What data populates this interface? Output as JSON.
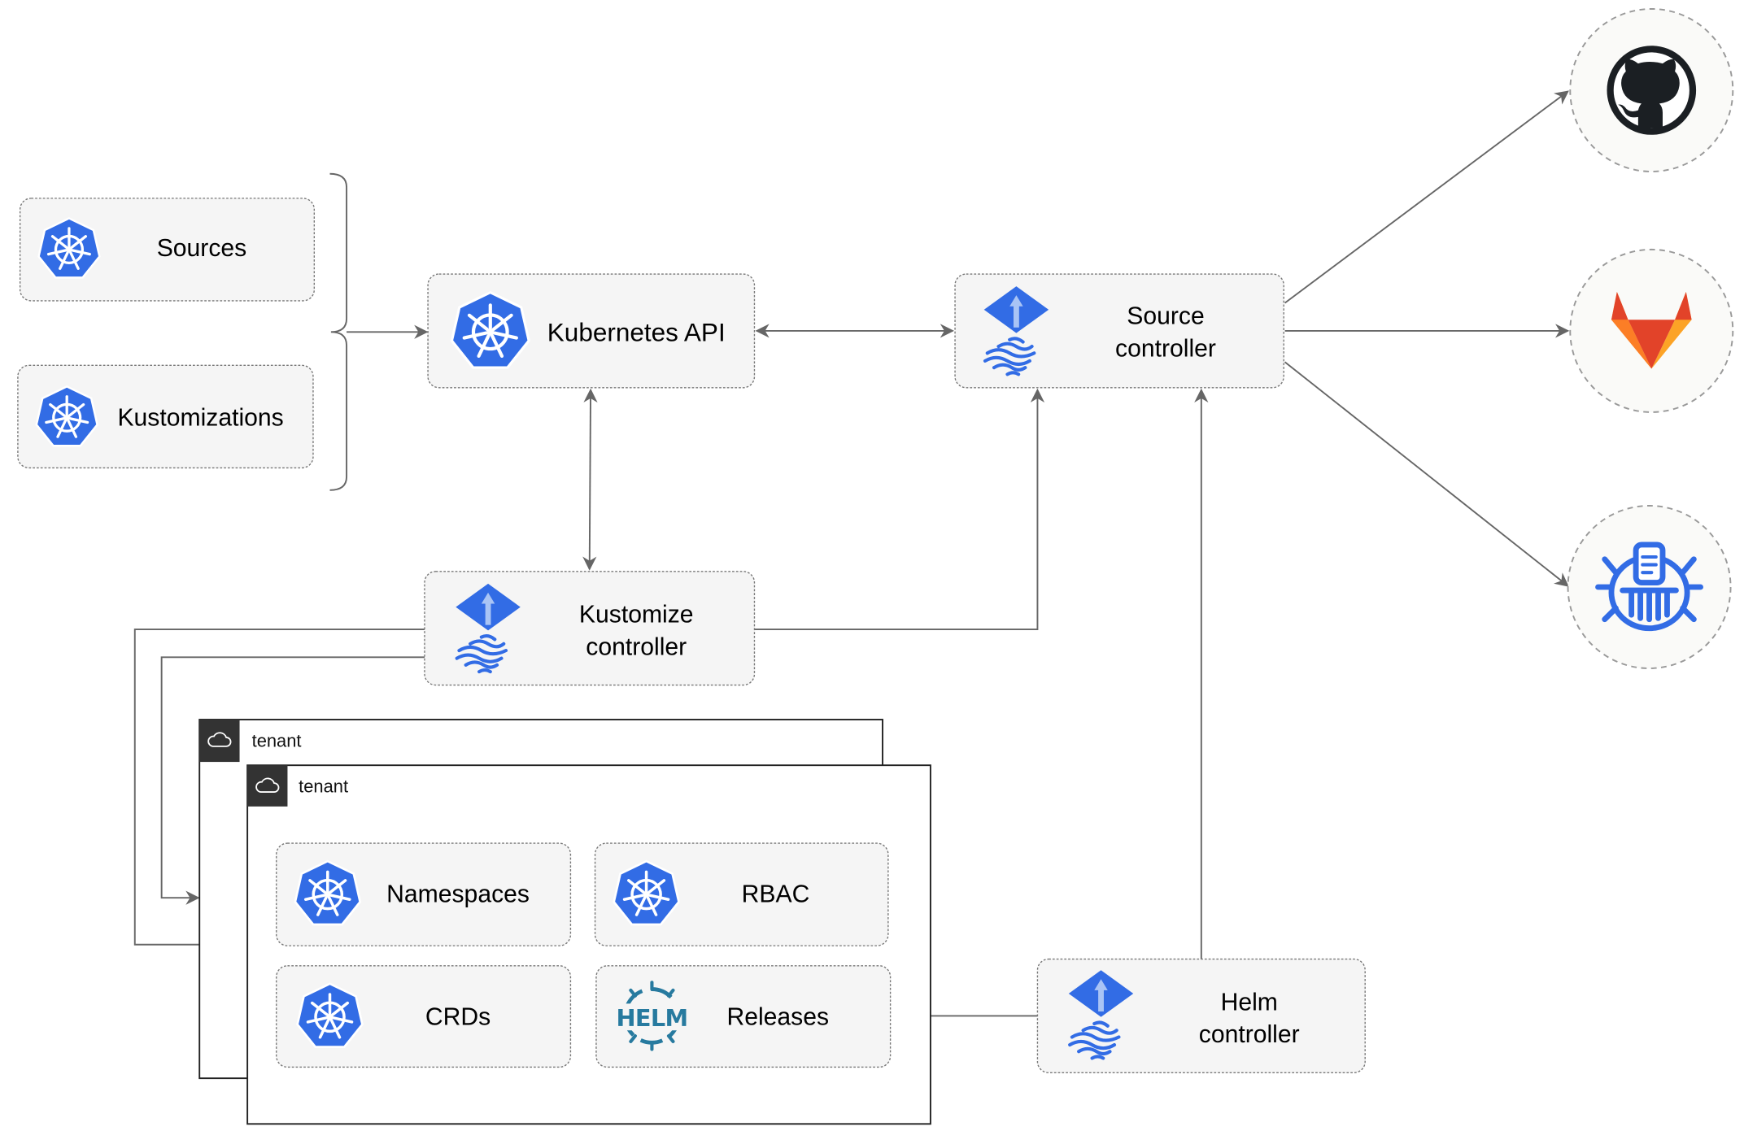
{
  "colors": {
    "kubernetes_blue": "#326ce5",
    "flux_light": "#a9c4f5",
    "edge": "#666666",
    "box_fill": "#f5f5f5",
    "github": "#1b1f23",
    "gitlab_orange": "#e24329",
    "gitlab_light": "#fca326",
    "helm": "#277a9f"
  },
  "resources": {
    "sources": "Sources",
    "kustomizations": "Kustomizations"
  },
  "kubernetes_api": {
    "label": "Kubernetes API",
    "icon": "kubernetes-icon"
  },
  "source_controller": {
    "line1": "Source",
    "line2": "controller",
    "icon": "flux-icon"
  },
  "kustomize_controller": {
    "line1": "Kustomize",
    "line2": "controller",
    "icon": "flux-icon"
  },
  "helm_controller": {
    "line1": "Helm",
    "line2": "controller",
    "icon": "flux-icon"
  },
  "tenants": [
    {
      "label": "tenant",
      "icon": "cloud-icon"
    },
    {
      "label": "tenant",
      "icon": "cloud-icon",
      "items": [
        {
          "label": "Namespaces",
          "icon": "kubernetes-icon"
        },
        {
          "label": "RBAC",
          "icon": "kubernetes-icon"
        },
        {
          "label": "CRDs",
          "icon": "kubernetes-icon"
        },
        {
          "label": "Releases",
          "icon": "helm-icon"
        }
      ]
    }
  ],
  "external_sources": [
    {
      "icon": "github-icon"
    },
    {
      "icon": "gitlab-icon"
    },
    {
      "icon": "bucket-icon"
    }
  ],
  "helm_logo_text": "HELM"
}
